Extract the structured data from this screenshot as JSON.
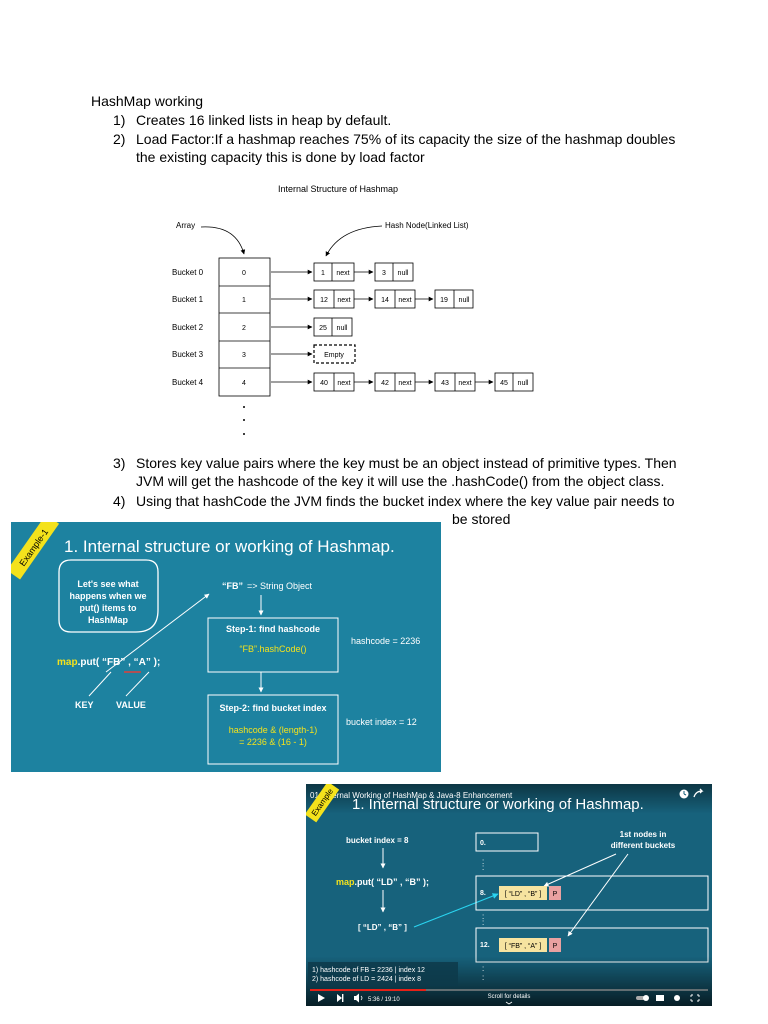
{
  "doc": {
    "heading": "HashMap working",
    "items": [
      {
        "num": "1)",
        "lines": [
          "Creates  16 linked lists in heap by default."
        ]
      },
      {
        "num": "2)",
        "lines": [
          "Load Factor:If a hashmap reaches 75% of its capacity the size of the hashmap doubles",
          "the existing capacity this is done by load factor"
        ]
      },
      {
        "num": "3)",
        "lines": [
          "Stores key value pairs where the key must be an object instead of primitive types. Then",
          "JVM will get the hashcode of the key it will use the .hashCode() from the object class."
        ]
      },
      {
        "num": "4)",
        "lines": [
          "Using that hashCode the JVM finds the bucket index where the key value pair needs to",
          "be stored"
        ]
      }
    ]
  },
  "diagram": {
    "title": "Internal Structure of Hashmap",
    "array_label": "Array",
    "node_label": "Hash Node(Linked List)",
    "buckets": [
      {
        "label": "Bucket 0",
        "index": "0",
        "nodes": [
          {
            "k": "1",
            "n": "next"
          },
          {
            "k": "3",
            "n": "null"
          }
        ]
      },
      {
        "label": "Bucket 1",
        "index": "1",
        "nodes": [
          {
            "k": "12",
            "n": "next"
          },
          {
            "k": "14",
            "n": "next"
          },
          {
            "k": "19",
            "n": "null"
          }
        ]
      },
      {
        "label": "Bucket 2",
        "index": "2",
        "nodes": [
          {
            "k": "25",
            "n": "null"
          }
        ]
      },
      {
        "label": "Bucket 3",
        "index": "3",
        "empty": "Empty"
      },
      {
        "label": "Bucket 4",
        "index": "4",
        "nodes": [
          {
            "k": "40",
            "n": "next"
          },
          {
            "k": "42",
            "n": "next"
          },
          {
            "k": "43",
            "n": "next"
          },
          {
            "k": "45",
            "n": "null"
          }
        ]
      }
    ]
  },
  "slide1": {
    "badge": "Example-1",
    "title": "1. Internal structure or working of Hashmap.",
    "bubble": [
      "Let's see what",
      "happens when we",
      "put() items to",
      "HashMap"
    ],
    "put_map": "map",
    "put_rest": ".put( “FB” , “A” );",
    "key": "KEY",
    "value": "VALUE",
    "fb_left": "“FB”",
    "fb_right": "=> String Object",
    "step1_title": "Step-1: find hashcode",
    "step1_code": "“FB”.hashCode()",
    "hashcode": "hashcode = 2236",
    "step2_title": "Step-2: find bucket index",
    "step2_line1": "hashcode & (length-1)",
    "step2_line2": "=  2236  &  (16 - 1)",
    "bucket_index": "bucket index = 12"
  },
  "slide2": {
    "video_title": "01. Internal Working of HashMap & Java-8 Enhancement",
    "badge": "Example",
    "title": "1. Internal structure or working of Hashmap.",
    "bucket_index": "bucket index = 8",
    "put_map": "map",
    "put_rest": ".put( “LD” , “B” );",
    "entry": "[ “LD” , “B” ]",
    "first_nodes": [
      "1st nodes in",
      "different buckets"
    ],
    "slot0": "0.",
    "slot8": "8.",
    "slot12": "12.",
    "node8": "[ “LD” , “B” ]",
    "node12": "[ “FB” , “A” ]",
    "p": "P",
    "dots": ":",
    "caption1": "1)     hashcode of FB = 2236  | index 12",
    "caption2": "2)     hashcode of LD = 2424  | index  8",
    "time": "5:36 / 19:10",
    "scroll": "Scroll for details"
  }
}
